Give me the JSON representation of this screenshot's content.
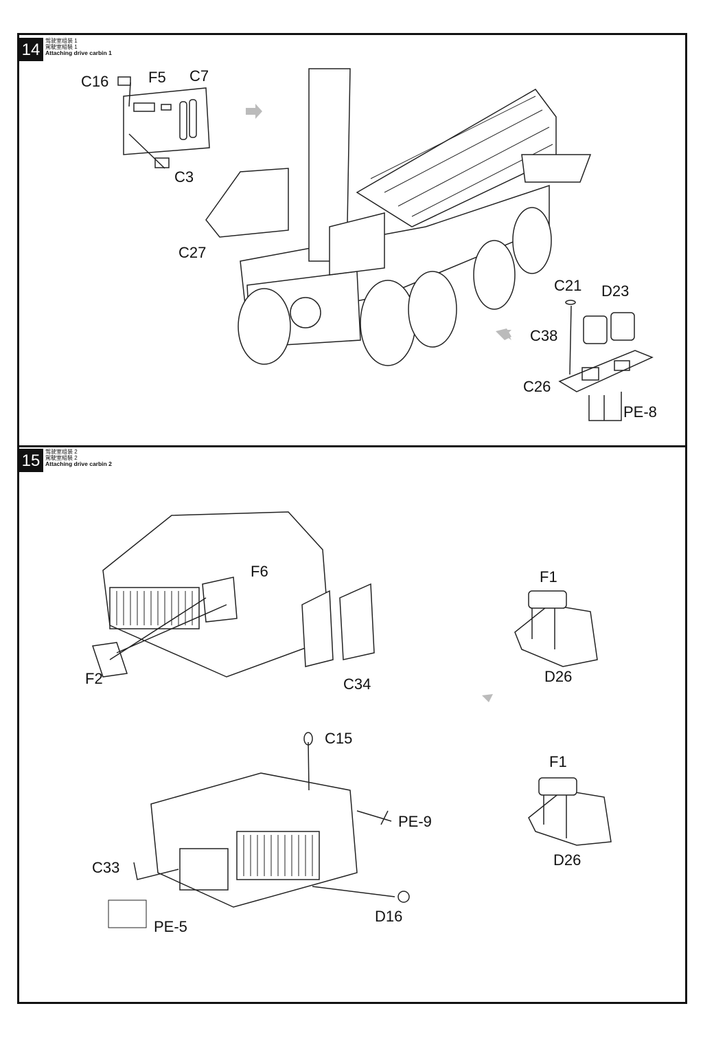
{
  "steps": [
    {
      "number": "14",
      "title_cn_simplified": "驾驶室组装 1",
      "title_cn_traditional": "駕駛室組裝 1",
      "title_en": "Attaching drive carbin 1",
      "parts": [
        "C16",
        "F5",
        "C7",
        "C3",
        "C27",
        "C21",
        "D23",
        "C38",
        "C26",
        "PE-8"
      ]
    },
    {
      "number": "15",
      "title_cn_simplified": "驾驶室组装 2",
      "title_cn_traditional": "駕駛室組裝 2",
      "title_en": "Attaching drive carbin 2",
      "parts": [
        "F6",
        "F1",
        "F2",
        "C34",
        "D26",
        "C15",
        "PE-9",
        "F1",
        "D26",
        "C33",
        "D16",
        "PE-5"
      ]
    }
  ]
}
